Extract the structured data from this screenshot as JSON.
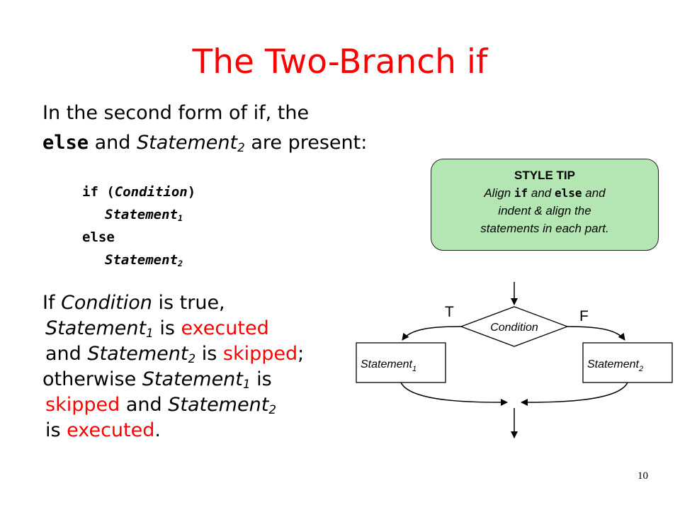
{
  "slide": {
    "title": "The Two-Branch if",
    "page_number": "10"
  },
  "intro": {
    "line1": "In the second form of if, the",
    "else_keyword": "else",
    "and_text": "and",
    "statement_word": "Statement",
    "sub2": "2",
    "tail": "are present:"
  },
  "code": {
    "if_kw": "if (",
    "condition": "Condition",
    "close_paren": ")",
    "statement": "Statement",
    "sub1": "1",
    "sub2": "2",
    "else_kw": "else"
  },
  "style_tip": {
    "heading": "STYLE TIP",
    "align": "Align",
    "if_kw": "if",
    "and": "and",
    "else_kw": "else",
    "and2": "and",
    "line2": "indent & align the",
    "line3": "statements in each part."
  },
  "explanation": {
    "if_word": "If",
    "condition": "Condition",
    "is_true": "is true,",
    "statement": "Statement",
    "sub1": "1",
    "sub2": "2",
    "is": "is",
    "executed": "executed",
    "and": "and",
    "skipped": "skipped",
    "semicolon": ";",
    "otherwise": "otherwise",
    "and_word": "and",
    "period": "."
  },
  "flowchart": {
    "true_label": "T",
    "false_label": "F",
    "condition_label": "Condition",
    "statement_label": "Statement",
    "sub1": "1",
    "sub2": "2"
  }
}
